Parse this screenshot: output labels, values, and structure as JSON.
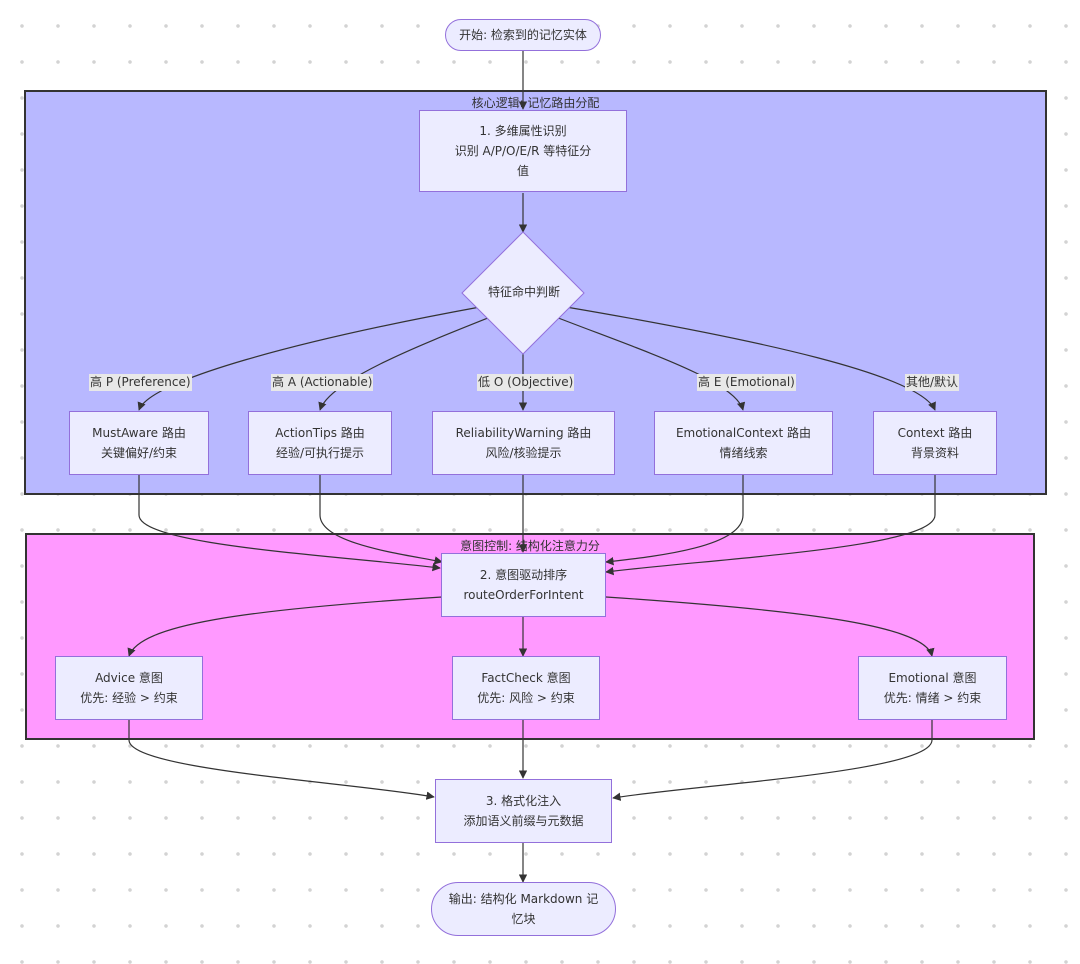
{
  "colors": {
    "node_fill": "#ECECFF",
    "node_border": "#9370DB",
    "cluster_core_fill": "#B8B8FF",
    "cluster_intent_fill": "#FF99FF",
    "edge": "#333333"
  },
  "start": {
    "text": "开始: 检索到的记忆实体"
  },
  "core_cluster": {
    "title": "核心逻辑: 记忆路由分配",
    "step1": {
      "line1": "1. 多维属性识别",
      "line2": "识别 A/P/O/E/R 等特征分",
      "line3": "值"
    },
    "decision": {
      "text": "特征命中判断"
    },
    "edge_labels": {
      "p": "高 P (Preference)",
      "a": "高 A (Actionable)",
      "o": "低 O (Objective)",
      "e": "高 E (Emotional)",
      "other": "其他/默认"
    },
    "routes": {
      "mustaware": {
        "line1": "MustAware 路由",
        "line2": "关键偏好/约束"
      },
      "actiontips": {
        "line1": "ActionTips 路由",
        "line2": "经验/可执行提示"
      },
      "reliability": {
        "line1": "ReliabilityWarning 路由",
        "line2": "风险/核验提示"
      },
      "emotional": {
        "line1": "EmotionalContext 路由",
        "line2": "情绪线索"
      },
      "context": {
        "line1": "Context 路由",
        "line2": "背景资料"
      }
    }
  },
  "intent_cluster": {
    "title": "意图控制: 结构化注意力分",
    "step2": {
      "line1": "2. 意图驱动排序",
      "line2": "routeOrderForIntent"
    },
    "intents": {
      "advice": {
        "line1": "Advice 意图",
        "line2": "优先: 经验 > 约束"
      },
      "factcheck": {
        "line1": "FactCheck 意图",
        "line2": "优先: 风险 > 约束"
      },
      "emotional": {
        "line1": "Emotional 意图",
        "line2": "优先: 情绪 > 约束"
      }
    }
  },
  "step3": {
    "line1": "3. 格式化注入",
    "line2": "添加语义前缀与元数据"
  },
  "output": {
    "line1": "输出: 结构化 Markdown 记",
    "line2": "忆块"
  }
}
